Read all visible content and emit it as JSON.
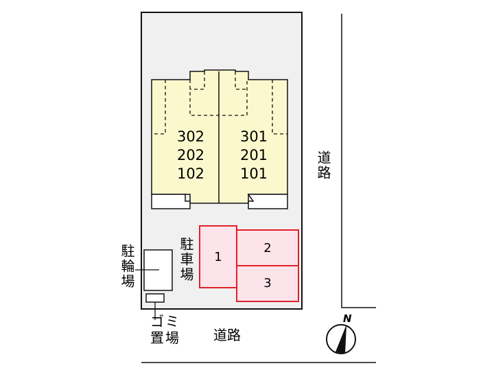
{
  "building": {
    "left_units": [
      "302",
      "202",
      "102"
    ],
    "right_units": [
      "301",
      "201",
      "101"
    ]
  },
  "labels": {
    "road_east": "道路",
    "road_south": "道路",
    "bicycle_parking": "駐輪場",
    "parking": "駐車場",
    "garbage_area": "ゴミ置場"
  },
  "parking_slots": [
    "1",
    "2",
    "3"
  ],
  "compass": {
    "north": "N"
  },
  "colors": {
    "building_fill": "#fcf8cd",
    "parking_fill": "#fde3ea",
    "parking_stroke": "#e0222a",
    "site_fill": "#f0f0f0"
  }
}
